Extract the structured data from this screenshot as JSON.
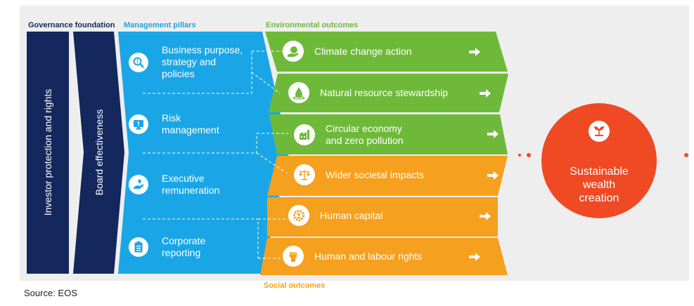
{
  "headers": {
    "governance": "Governance foundation",
    "management": "Management pillars",
    "environmental": "Environmental outcomes",
    "social": "Social outcomes"
  },
  "governance": {
    "col1": "Investor protection and rights",
    "col2": "Board effectiveness"
  },
  "pillars": [
    {
      "label": "Business purpose,\nstrategy and\npolicies",
      "icon": "magnifier-icon"
    },
    {
      "label": "Risk\nmanagement",
      "icon": "monitor-icon"
    },
    {
      "label": "Executive\nremuneration",
      "icon": "hand-coin-icon"
    },
    {
      "label": "Corporate\nreporting",
      "icon": "clipboard-icon"
    }
  ],
  "environmental_outcomes": [
    {
      "label": "Climate change action",
      "icon": "globe-hand-icon"
    },
    {
      "label": "Natural resource stewardship",
      "icon": "water-drop-icon"
    },
    {
      "label": "Circular economy\nand zero pollution",
      "icon": "factory-icon"
    }
  ],
  "social_outcomes": [
    {
      "label": "Wider societal impacts",
      "icon": "scales-icon"
    },
    {
      "label": "Human capital",
      "icon": "gear-person-icon"
    },
    {
      "label": "Human and labour rights",
      "icon": "raised-fist-icon"
    }
  ],
  "result": {
    "label": "Sustainable\nwealth\ncreation",
    "icon": "seedling-icon"
  },
  "source": "Source: EOS",
  "colors": {
    "navy": "#14285e",
    "blue": "#1aa6e6",
    "green": "#6fb93a",
    "orange": "#f5a01e",
    "red": "#ef4a23",
    "panel": "#eeeeee"
  }
}
